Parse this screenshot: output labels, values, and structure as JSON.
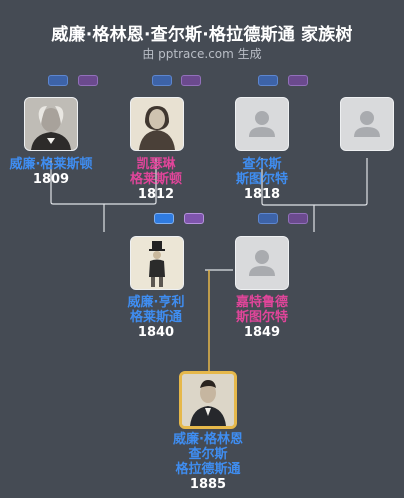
{
  "header": {
    "title": "威廉·格林恩·查尔斯·格拉德斯通 家族树",
    "subtitle": "由 pptrace.com 生成"
  },
  "colors": {
    "male": "#3f8df0",
    "female": "#e0459a",
    "selected": "#e6b84a",
    "line": "#dfe2e6",
    "descent_line": "#e6b84a"
  },
  "people": {
    "william_ewart": {
      "name_lines": [
        "威廉·格莱斯顿"
      ],
      "year": "1809",
      "gender": "male",
      "photo": "portrait-photo"
    },
    "catherine": {
      "name_lines": [
        "凯瑟琳",
        "格莱斯顿"
      ],
      "year": "1812",
      "gender": "female",
      "photo": "portrait-photo"
    },
    "charles_stuart": {
      "name_lines": [
        "查尔斯",
        "斯图尔特"
      ],
      "year": "1818",
      "gender": "male",
      "photo": "placeholder-avatar"
    },
    "unknown_spouse": {
      "name_lines": [],
      "year": "",
      "gender": "unknown",
      "photo": "placeholder-avatar"
    },
    "william_henry": {
      "name_lines": [
        "威廉·亨利",
        "格莱斯通"
      ],
      "year": "1840",
      "gender": "male",
      "photo": "portrait-photo"
    },
    "gertrude": {
      "name_lines": [
        "嘉特鲁德",
        "斯图尔特"
      ],
      "year": "1849",
      "gender": "female",
      "photo": "placeholder-avatar"
    },
    "william_glynne": {
      "name_lines": [
        "威廉·格林恩",
        "查尔斯",
        "格拉德斯通"
      ],
      "year": "1885",
      "gender": "male",
      "photo": "portrait-photo",
      "selected": true
    }
  }
}
